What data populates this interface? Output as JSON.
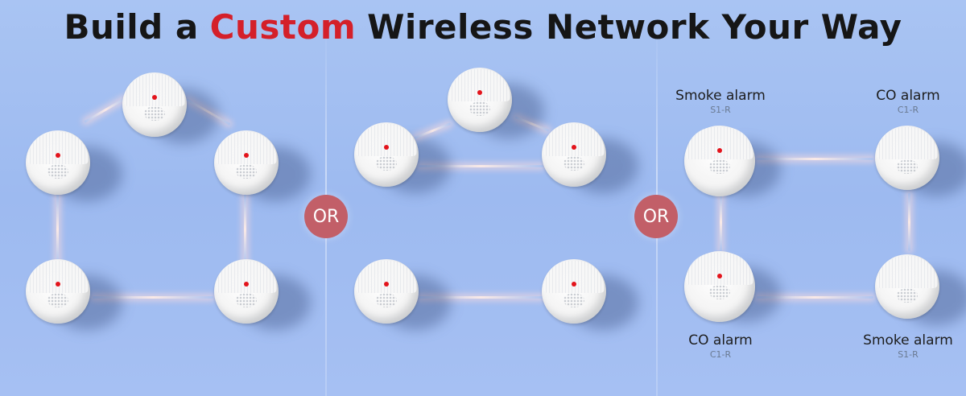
{
  "title": {
    "part1": "Build a",
    "accent": "Custom",
    "part2": "Wireless Network Your Way"
  },
  "colors": {
    "background": "#a3bff2",
    "accent": "#d4202a",
    "or_badge": "#c25f68",
    "detector_indicator": "#e3141c"
  },
  "separator_label": "OR",
  "panel3_labels": {
    "top_left": {
      "name": "Smoke alarm",
      "model": "S1-R"
    },
    "top_right": {
      "name": "CO alarm",
      "model": "C1-R"
    },
    "bottom_left": {
      "name": "CO alarm",
      "model": "C1-R"
    },
    "bottom_right": {
      "name": "Smoke alarm",
      "model": "S1-R"
    }
  }
}
